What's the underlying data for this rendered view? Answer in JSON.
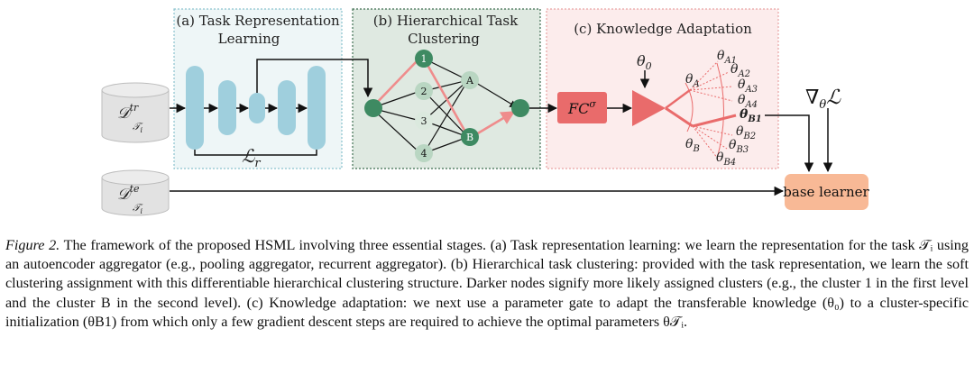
{
  "figure": {
    "panel_a": {
      "title_line1": "(a) Task Representation",
      "title_line2": "Learning",
      "loss": "ℒ",
      "loss_sub": "r"
    },
    "panel_b": {
      "title_line1": "(b) Hierarchical Task",
      "title_line2": "Clustering",
      "level1_nodes": [
        "1",
        "2",
        "3",
        "4"
      ],
      "level2_nodes": [
        "A",
        "B"
      ]
    },
    "panel_c": {
      "title": "(c) Knowledge Adaptation",
      "fc_label": "FC",
      "fc_sup": "σ",
      "theta0": "θ",
      "theta0_sub": "0",
      "theta_a": "θ",
      "theta_a_sub": "A",
      "theta_b": "θ",
      "theta_b_sub": "B",
      "theta_a_children": [
        {
          "sym": "θ",
          "sub": "A1"
        },
        {
          "sym": "θ",
          "sub": "A2"
        },
        {
          "sym": "θ",
          "sub": "A3"
        },
        {
          "sym": "θ",
          "sub": "A4"
        }
      ],
      "theta_b_children": [
        {
          "sym": "θ",
          "sub": "B1"
        },
        {
          "sym": "θ",
          "sub": "B2"
        },
        {
          "sym": "θ",
          "sub": "B3"
        },
        {
          "sym": "θ",
          "sub": "B4"
        }
      ]
    },
    "inputs": {
      "train": {
        "sym": "𝒟",
        "sup": "tr",
        "sub": "𝒯",
        "subsub": "i"
      },
      "test": {
        "sym": "𝒟",
        "sup": "te",
        "sub": "𝒯",
        "subsub": "i"
      }
    },
    "gradient": {
      "nabla": "∇",
      "sub": "θ",
      "loss": "ℒ"
    },
    "base_learner": "base learner",
    "colors": {
      "panel_a_bg": "#eef6f7",
      "panel_b_bg": "#dfe9e1",
      "panel_c_bg": "#fcecec",
      "encoder_blue": "#9fcfdd",
      "node_dark": "#3e8a62",
      "node_light": "#b9d6c2",
      "edge_red": "#ef8c8c",
      "base_learner_bg": "#f8b996"
    }
  },
  "caption": {
    "label": "Figure 2.",
    "text": " The framework of the proposed HSML involving three essential stages. (a) Task representation learning: we learn the representation for the task 𝒯ᵢ using an autoencoder aggregator (e.g., pooling aggregator, recurrent aggregator). (b) Hierarchical task clustering: provided with the task representation, we learn the soft clustering assignment with this differentiable hierarchical clustering structure. Darker nodes signify more likely assigned clusters (e.g., the cluster 1 in the first level and the cluster B in the second level). (c) Knowledge adaptation: we next use a parameter gate to adapt the transferable knowledge (θ₀) to a cluster-specific initialization (θB1) from which only a few gradient descent steps are required to achieve the optimal parameters θ𝒯ᵢ."
  }
}
